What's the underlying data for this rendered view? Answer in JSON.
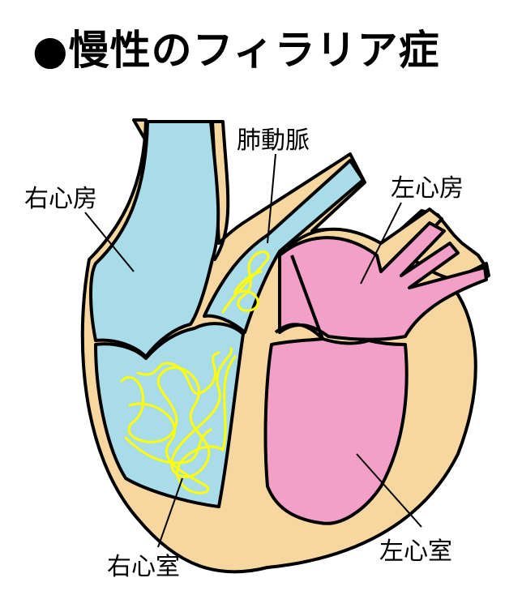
{
  "title": "●慢性のフィラリア症",
  "labels": {
    "right_atrium": "右心房",
    "pulmonary_artery": "肺動脈",
    "left_atrium": "左心房",
    "right_ventricle": "右心室",
    "left_ventricle": "左心室"
  },
  "colors": {
    "blue": "#a8dce9",
    "pink": "#f2a0c8",
    "tan": "#f7d7a0",
    "worm": "#ffff00"
  }
}
